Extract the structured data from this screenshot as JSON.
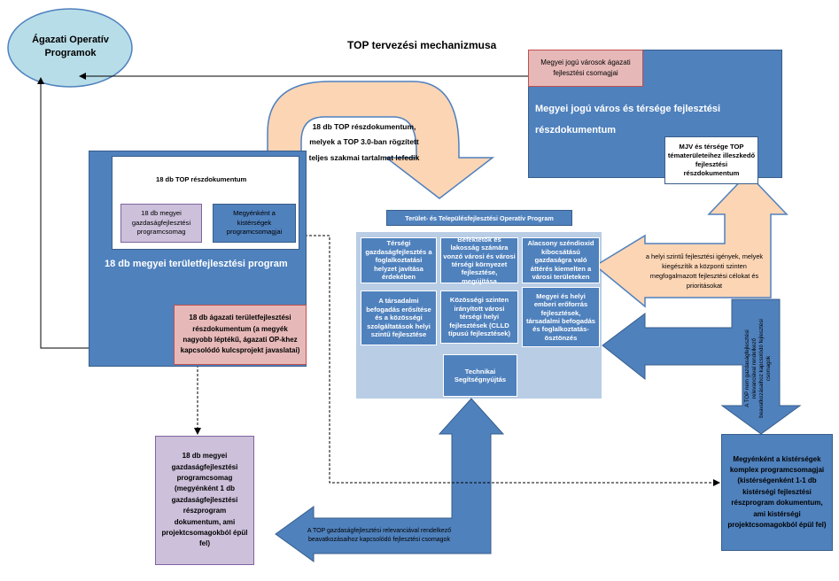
{
  "title": "TOP tervezési mechanizmusa",
  "ellipse": {
    "label": "Ágazati Operatív Programok"
  },
  "mjv": {
    "small_box": "Megyei jogú városok ágazati fejlesztési csomagjai",
    "big_label": "Megyei jogú város és térsége fejlesztési részdokumentum",
    "white_box": "MJV és térsége TOP tématerületeihez illeszkedő fejlesztési részdokumentum"
  },
  "top_arrow_text": "18 db TOP részdokumentum, melyek a TOP 3.0-ban rögzített teljes szakmai tartalmat lefedik",
  "county": {
    "inner_title": "18 db TOP részdokumentum",
    "box_left": "18 db megyei gazdaságfejlesztési programcsomag",
    "box_right": "Megyénként a kistérségek programcsomagjai",
    "program_label": "18 db megyei területfejlesztési program",
    "sector_box": "18 db ágazati területfejlesztési részdokumentum (a megyék nagyobb léptékű, ágazati OP-khez kapcsolódó kulcsprojekt javaslatai)"
  },
  "op": {
    "header": "Terület- és Településfejlesztési Operatív Program",
    "cells": [
      "Térségi gazdaságfejlesztés a foglalkoztatási helyzet javítása érdekében",
      "Befektetők és lakosság számára vonzó városi és városi térségi környezet fejlesztése, megújítása",
      "Alacsony széndioxid kibocsátású gazdaságra való áttérés kiemelten a városi területeken",
      "A társadalmi befogadás erősítése és a közösségi szolgáltatások helyi szintű fejlesztése",
      "Közösségi szinten irányított városi térségi helyi fejlesztések (CLLD típusú fejlesztések)",
      "Megyei és helyi emberi erőforrás fejlesztések, társadalmi befogadás és foglalkoztatás-ösztönzés",
      "Technikai Segítségnyújtás"
    ]
  },
  "right_arrow_text": "a helyi szintű fejlesztési igények, melyek kiegészítik a központi szinten megfogalmazott fejlesztési célokat és prioritásokat",
  "vertical_arrow_text": "A TOP nem gazdaságfejlesztési relevanciával rendelkező beavatkozásaihoz kapcsolódó fejlesztési csomagok",
  "bottom_arrow_text": "A TOP gazdaságfejlesztési relevanciával rendelkező beavatkozásaihoz kapcsolódó fejlesztési csomagok",
  "bottom_left_box": "18 db megyei gazdaságfejlesztési programcsomag (megyénként 1 db gazdaságfejlesztési részprogram dokumentum, ami projektcsomagokból épül fel)",
  "bottom_right_box": "Megyénként a kistérségek komplex programcsomagjai (kistérségenként 1-1 db kistérségi fejlesztési részprogram dokumentum, ami kistérségi projektcsomagokból épül fel)",
  "colors": {
    "dark_blue": "#4f81bd",
    "light_blue": "#b9cde5",
    "pink": "#e6b9b8",
    "lavender": "#ccc0da",
    "peach": "#fcd5b5"
  }
}
